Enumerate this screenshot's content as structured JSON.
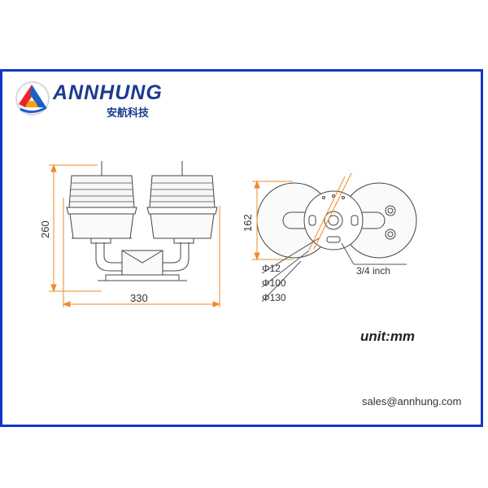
{
  "brand": {
    "name": "ANNHUNG",
    "name_cn": "安航科技"
  },
  "drawing": {
    "height_label": "260",
    "width_label": "330",
    "side_label": "162",
    "dia_12": "Φ12",
    "dia_100": "Φ100",
    "dia_130": "Φ130",
    "thread": "3/4 inch"
  },
  "unit": "unit:mm",
  "email": "sales@annhung.com",
  "colors": {
    "frame": "#1436c8",
    "dimension": "#f08a2a",
    "brand": "#1c3a8f"
  }
}
